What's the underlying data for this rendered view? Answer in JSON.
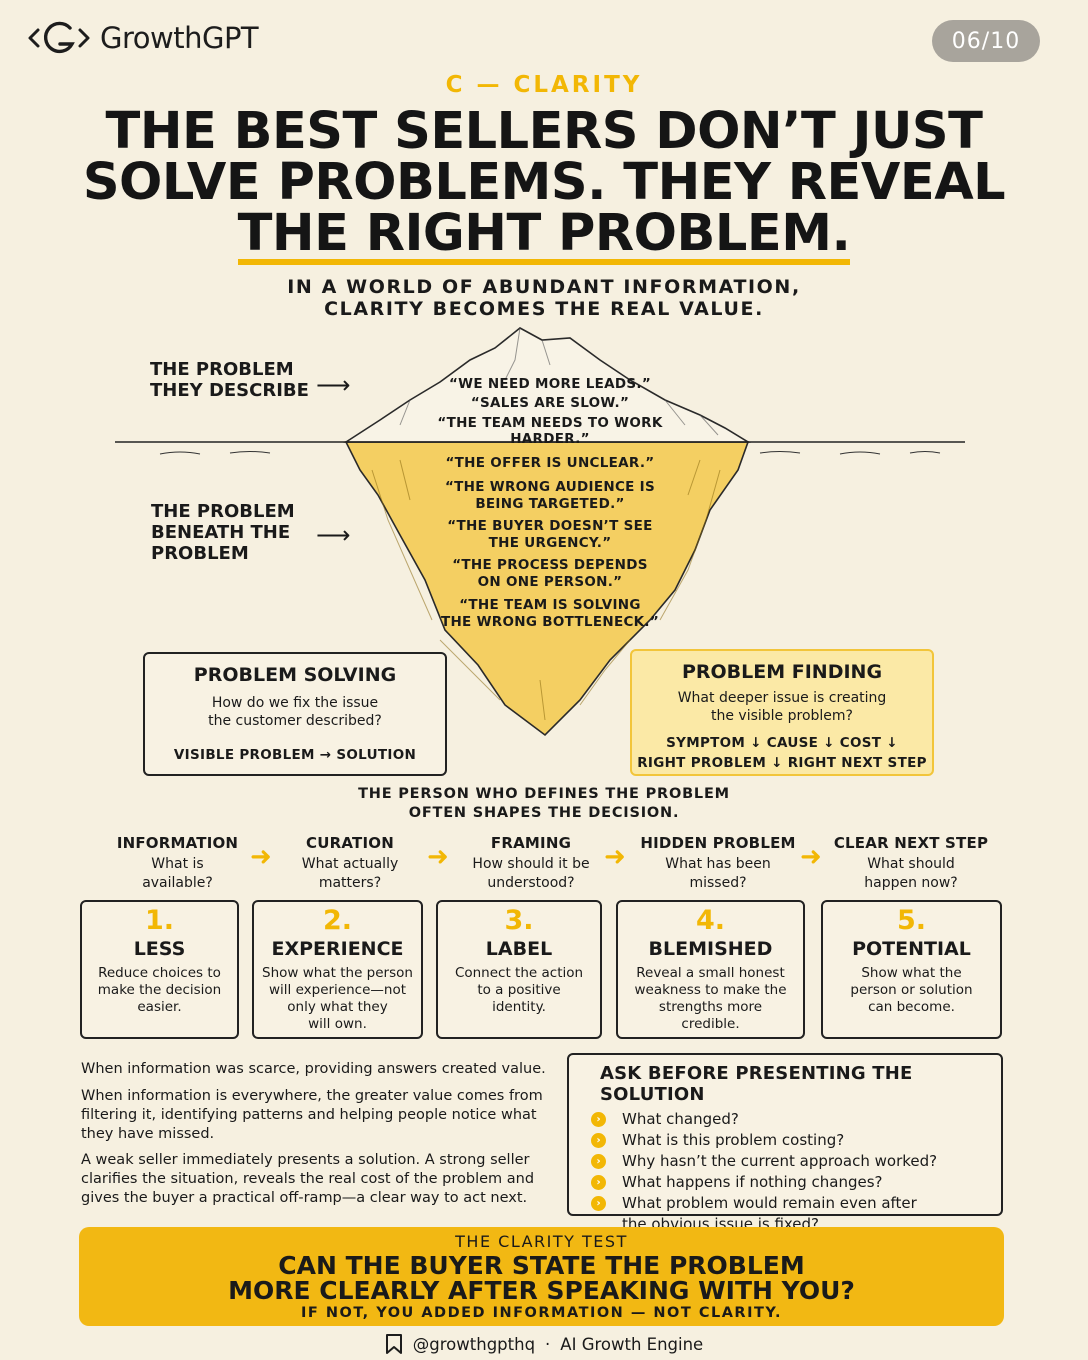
{
  "brand": {
    "name": "GrowthGPT"
  },
  "page_indicator": "06/10",
  "section_label": "C — CLARITY",
  "headline": {
    "line1": "THE BEST SELLERS DON’T JUST",
    "line2": "SOLVE PROBLEMS. THEY REVEAL",
    "line3": "THE RIGHT PROBLEM."
  },
  "subhead": {
    "line1": "IN A WORLD OF ABUNDANT INFORMATION,",
    "line2": "CLARITY BECOMES THE REAL VALUE."
  },
  "iceberg": {
    "describe_label": [
      "THE PROBLEM",
      "THEY DESCRIBE"
    ],
    "beneath_label": [
      "THE PROBLEM",
      "BENEATH THE",
      "PROBLEM"
    ],
    "arrow": "⟶",
    "above_quotes": [
      "“WE NEED MORE LEADS.”",
      "“SALES ARE SLOW.”",
      "“THE TEAM NEEDS TO WORK HARDER.”"
    ],
    "below_quotes": [
      [
        "“THE OFFER IS UNCLEAR.”"
      ],
      [
        "“THE WRONG AUDIENCE IS",
        "BEING TARGETED.”"
      ],
      [
        "“THE BUYER DOESN’T SEE",
        "THE URGENCY.”"
      ],
      [
        "“THE PROCESS DEPENDS",
        "ON ONE PERSON.”"
      ],
      [
        "“THE TEAM IS SOLVING",
        "THE WRONG BOTTLENECK.”"
      ]
    ]
  },
  "problem_solving": {
    "title": "PROBLEM SOLVING",
    "text1": "How do we fix the issue",
    "text2": "the customer described?",
    "flow": "VISIBLE PROBLEM  →  SOLUTION"
  },
  "problem_finding": {
    "title": "PROBLEM FINDING",
    "text1": "What deeper issue is creating",
    "text2": "the visible problem?",
    "flow1": "SYMPTOM ↓ CAUSE ↓ COST ↓",
    "flow2": "RIGHT PROBLEM ↓ RIGHT NEXT STEP"
  },
  "define_line": {
    "line1": "THE PERSON WHO DEFINES THE PROBLEM",
    "line2": "OFTEN SHAPES THE DECISION."
  },
  "steps": [
    {
      "title": "INFORMATION",
      "q1": "What is",
      "q2": "available?"
    },
    {
      "title": "CURATION",
      "q1": "What actually",
      "q2": "matters?"
    },
    {
      "title": "FRAMING",
      "q1": "How should it be",
      "q2": "understood?"
    },
    {
      "title": "HIDDEN PROBLEM",
      "q1": "What has been",
      "q2": "missed?"
    },
    {
      "title": "CLEAR NEXT STEP",
      "q1": "What should",
      "q2": "happen now?"
    }
  ],
  "step_arrow": "➜",
  "cards": [
    {
      "num": "1.",
      "title": "LESS",
      "text": [
        "Reduce choices to",
        "make the decision",
        "easier."
      ]
    },
    {
      "num": "2.",
      "title": "EXPERIENCE",
      "text": [
        "Show what the person",
        "will experience—not",
        "only what they",
        "will own."
      ]
    },
    {
      "num": "3.",
      "title": "LABEL",
      "text": [
        "Connect the action",
        "to a positive",
        "identity."
      ]
    },
    {
      "num": "4.",
      "title": "BLEMISHED",
      "text": [
        "Reveal a small honest",
        "weakness to make the",
        "strengths more",
        "credible."
      ]
    },
    {
      "num": "5.",
      "title": "POTENTIAL",
      "text": [
        "Show what the",
        "person or solution",
        "can become."
      ]
    }
  ],
  "paragraphs": {
    "p1": "When information was scarce, providing answers created value.",
    "p2": [
      "When information is everywhere, the greater value comes from",
      "filtering it, identifying patterns and helping people notice what",
      "they have missed."
    ],
    "p3": [
      "A weak seller immediately presents a solution. A strong seller",
      "clarifies the situation, reveals the real cost of the problem and",
      "gives the buyer a practical off-ramp—a clear way to act next."
    ]
  },
  "ask": {
    "title": "ASK BEFORE PRESENTING THE SOLUTION",
    "bullet_glyph": "›",
    "items": [
      [
        "What changed?"
      ],
      [
        "What is this problem costing?"
      ],
      [
        "Why hasn’t the current approach worked?"
      ],
      [
        "What happens if nothing changes?"
      ],
      [
        "What problem would remain even after",
        "the obvious issue is fixed?"
      ]
    ]
  },
  "banner": {
    "kicker": "THE CLARITY TEST",
    "line1": "CAN THE BUYER STATE THE PROBLEM",
    "line2": "MORE CLEARLY AFTER SPEAKING WITH YOU?",
    "sub": "IF NOT, YOU ADDED INFORMATION — NOT CLARITY."
  },
  "footer": {
    "handle": "@growthgpthq",
    "separator": "·",
    "tagline": "AI Growth Engine"
  },
  "colors": {
    "accent": "#f2b705",
    "background": "#f6f0e0",
    "ice_underwater": "#f4cf62",
    "badge": "#a8a49c"
  },
  "icons": {
    "logo": "growthgpt-logo-icon",
    "bookmark": "bookmark-icon"
  }
}
